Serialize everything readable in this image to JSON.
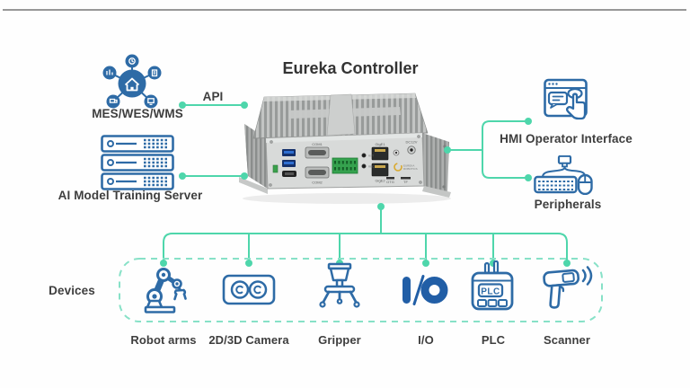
{
  "title": "Eureka Controller",
  "nodes": {
    "mes": {
      "label": "MES/WES/WMS"
    },
    "api": {
      "label": "API"
    },
    "ai_server": {
      "label": "AI Model Training Server"
    },
    "hmi": {
      "label": "HMI Operator Interface"
    },
    "peripherals": {
      "label": "Peripherals"
    }
  },
  "devices": {
    "section_label": "Devices",
    "items": [
      {
        "label": "Robot arms"
      },
      {
        "label": "2D/3D Camera"
      },
      {
        "label": "Gripper"
      },
      {
        "label": "I/O"
      },
      {
        "label": "PLC",
        "icon_text": "PLC"
      },
      {
        "label": "Scanner"
      }
    ]
  },
  "controller": {
    "port_labels": {
      "com1": "COM1",
      "com2": "COM2",
      "gige1": "GigE1",
      "gige2": "GigE2",
      "dc12v": "DC12V",
      "otg": "OTG",
      "tf": "TF",
      "rst": "RST",
      "rec": "REC",
      "logo_line1": "EUREKA",
      "logo_line2": "ROBOTICS"
    }
  },
  "colors": {
    "connector_teal": "#4ed6ab",
    "device_box_teal": "#87e1c7",
    "icon_blue": "#2e6ba6",
    "io_blue": "#215ea6",
    "text_dark": "#3e3e3e"
  }
}
